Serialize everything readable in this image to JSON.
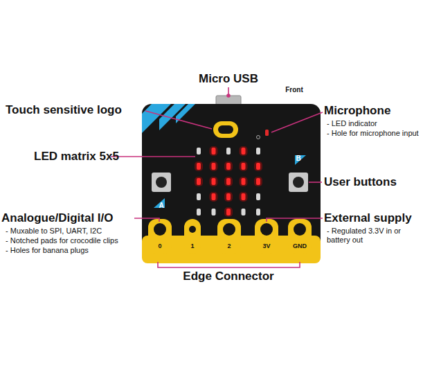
{
  "diagram": {
    "labels": [
      "Micro USB",
      "Front",
      "Touch sensitive logo",
      "Microphone",
      "- LED indicator",
      "- Hole for microphone input",
      "LED matrix 5x5",
      "User buttons",
      "A",
      "B",
      "Analogue/Digital I/O",
      "- Muxable to SPI, UART, I2C",
      "- Notched pads for crocodile clips",
      "- Holes for banana plugs",
      "External supply",
      "- Regulated 3.3V in or battery out",
      "0",
      "1",
      "2",
      "3V",
      "GND",
      "Edge Connector"
    ]
  }
}
